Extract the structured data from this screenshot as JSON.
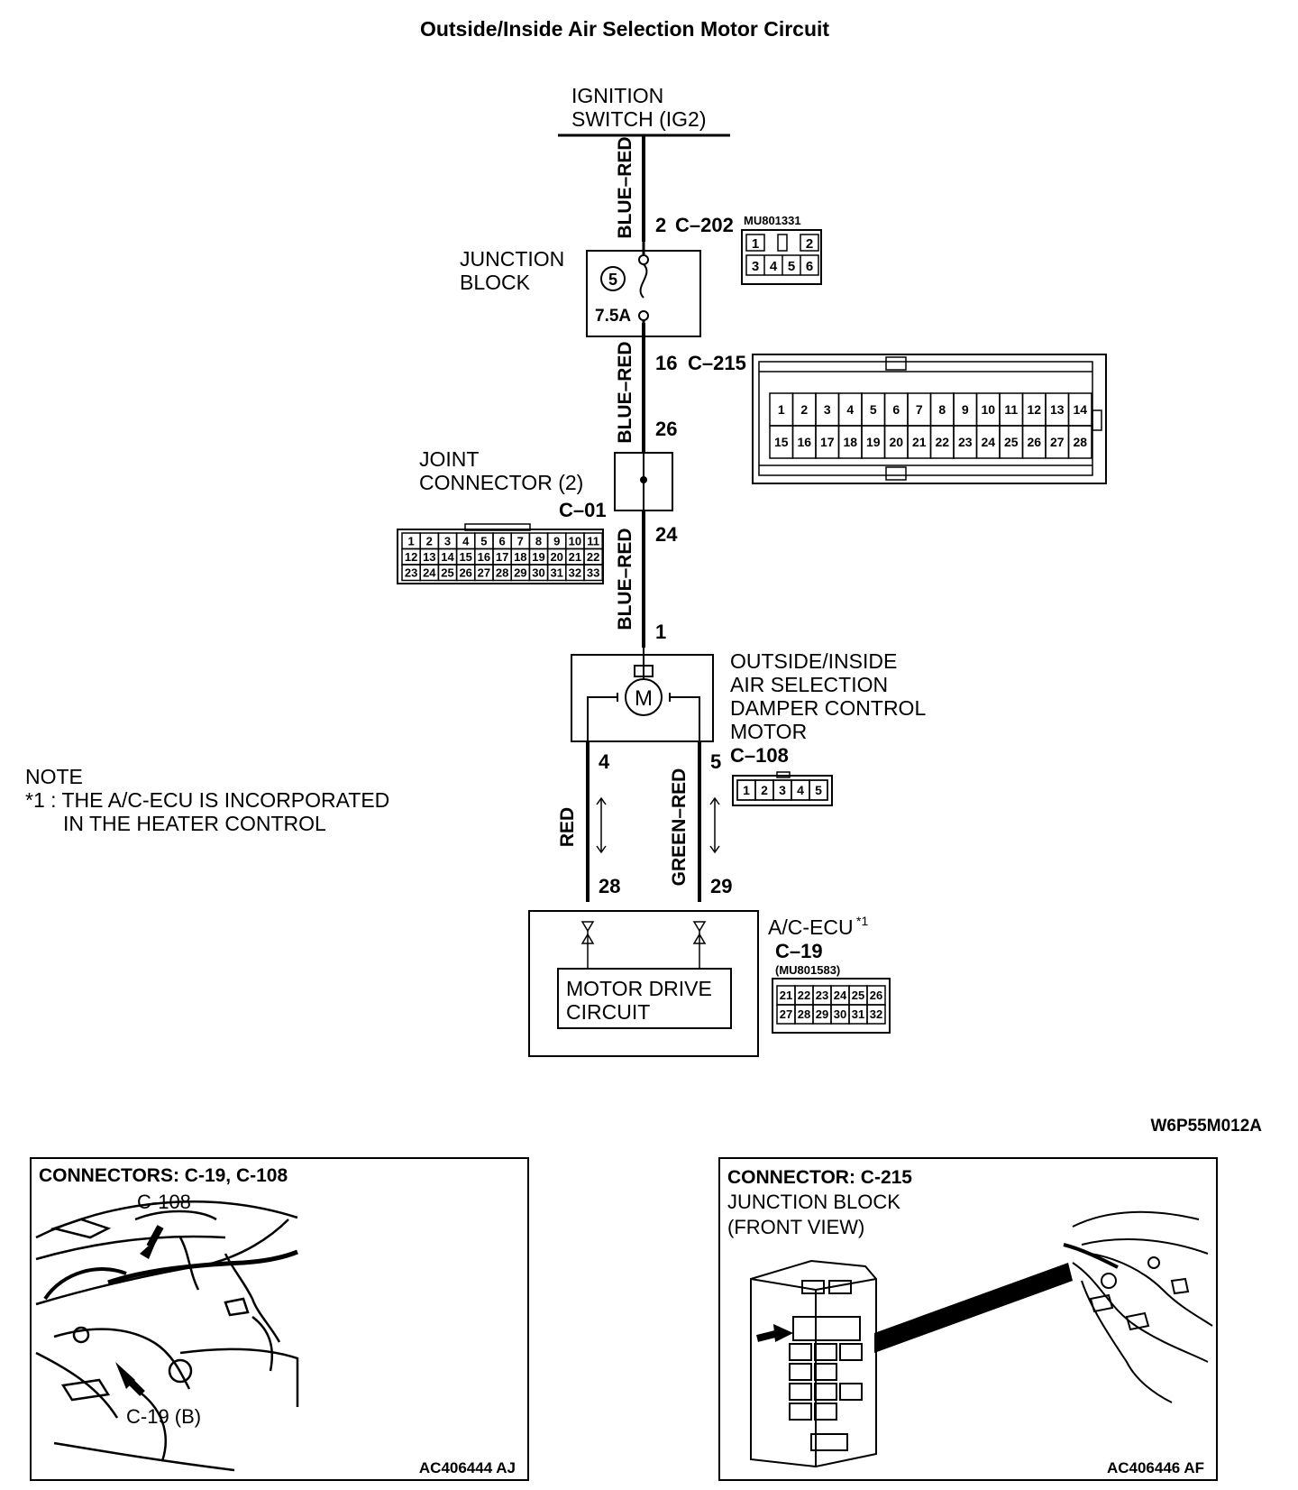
{
  "title": "Outside/Inside Air Selection Motor Circuit",
  "diagram_code": "W6P55M012A",
  "ignition": {
    "line1": "IGNITION",
    "line2": "SWITCH (IG2)"
  },
  "wires": {
    "w1": "BLUE–RED",
    "w2": "BLUE–RED",
    "w3": "BLUE–RED",
    "w4": "RED",
    "w5": "GREEN–RED"
  },
  "pins": {
    "c202_pin": "2",
    "c202_name": "C–202",
    "c215_pin": "16",
    "c215_name": "C–215",
    "j26": "26",
    "j24": "24",
    "m1": "1",
    "m4": "4",
    "m5": "5",
    "e28": "28",
    "e29": "29"
  },
  "c202_connector": {
    "part": "MU801331",
    "row1": [
      "1",
      "",
      "2"
    ],
    "row2": [
      "3",
      "4",
      "5",
      "6"
    ]
  },
  "junction_block": {
    "line1": "JUNCTION",
    "line2": "BLOCK",
    "fuse_no": "5",
    "fuse_rating": "7.5A"
  },
  "c215_connector": {
    "row1": [
      "1",
      "2",
      "3",
      "4",
      "5",
      "6",
      "7",
      "8",
      "9",
      "10",
      "11",
      "12",
      "13",
      "14"
    ],
    "row2": [
      "15",
      "16",
      "17",
      "18",
      "19",
      "20",
      "21",
      "22",
      "23",
      "24",
      "25",
      "26",
      "27",
      "28"
    ]
  },
  "joint_connector": {
    "line1": "JOINT",
    "line2": "CONNECTOR (2)",
    "name": "C–01"
  },
  "c01_connector": {
    "rows": [
      [
        "1",
        "2",
        "3",
        "4",
        "5",
        "6",
        "7",
        "8",
        "9",
        "10",
        "11"
      ],
      [
        "12",
        "13",
        "14",
        "15",
        "16",
        "17",
        "18",
        "19",
        "20",
        "21",
        "22"
      ],
      [
        "23",
        "24",
        "25",
        "26",
        "27",
        "28",
        "29",
        "30",
        "31",
        "32",
        "33"
      ]
    ]
  },
  "motor": {
    "symbol": "M",
    "label": [
      "OUTSIDE/INSIDE",
      "AIR SELECTION",
      "DAMPER CONTROL",
      "MOTOR"
    ],
    "connector": "C–108",
    "pins": [
      "1",
      "2",
      "3",
      "4",
      "5"
    ]
  },
  "note": {
    "title": "NOTE",
    "line1": "*1 : THE A/C-ECU IS INCORPORATED",
    "line2": "IN THE HEATER CONTROL"
  },
  "ecu": {
    "label": "A/C-ECU",
    "superscript": "*1",
    "connector": "C–19",
    "part": "(MU801583)",
    "inner_line1": "MOTOR DRIVE",
    "inner_line2": "CIRCUIT",
    "row1": [
      "21",
      "22",
      "23",
      "24",
      "25",
      "26"
    ],
    "row2": [
      "27",
      "28",
      "29",
      "30",
      "31",
      "32"
    ]
  },
  "panel_left": {
    "title": "CONNECTORS: C-19, C-108",
    "label_a": "C-108",
    "label_b": "C-19 (B)",
    "code": "AC406444 AJ"
  },
  "panel_right": {
    "title": "CONNECTOR: C-215",
    "line2": "JUNCTION BLOCK",
    "line3": "(FRONT VIEW)",
    "code": "AC406446 AF"
  }
}
